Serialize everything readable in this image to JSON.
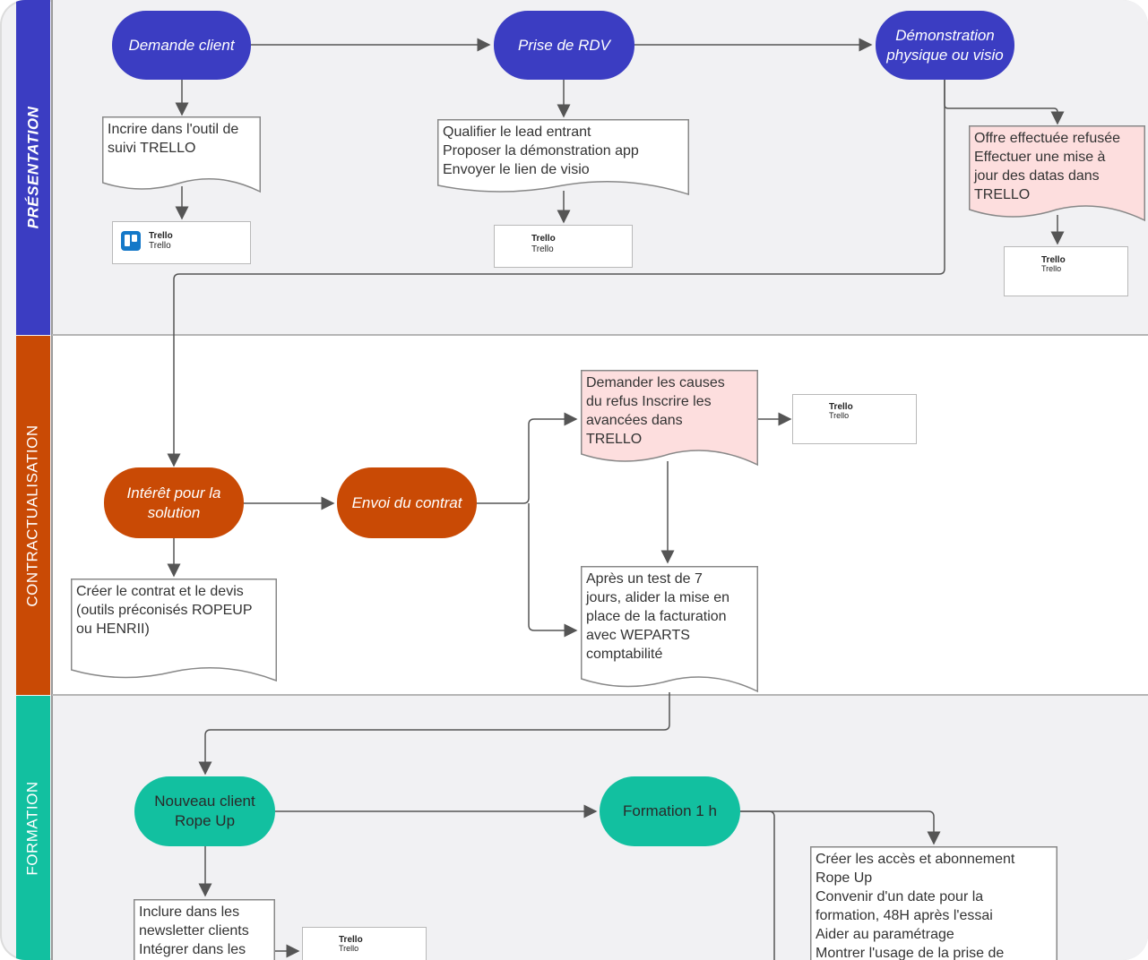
{
  "lanes": [
    {
      "label": "PRÉSENTATION",
      "color": "#3b3dc2"
    },
    {
      "label": "CONTRACTUALISATION",
      "color": "#c94a05"
    },
    {
      "label": "FORMATION",
      "color": "#12c0a0"
    }
  ],
  "presentation": {
    "demande_client": "Demande client",
    "prise_rdv": "Prise de RDV",
    "demonstration": "Démonstration\nphysique ou visio",
    "doc_inscrire": "Incrire dans l'outil de\nsuivi TRELLO",
    "doc_qualifier": "Qualifier le lead entrant\nProposer la démonstration app\nEnvoyer le lien de visio",
    "doc_offre": "Offre effectuée refusée\nEffectuer une mise à\njour des datas dans\nTRELLO"
  },
  "contractualisation": {
    "interet": "Intérêt pour la\nsolution",
    "envoi": "Envoi du contrat",
    "doc_creer": " Créer le contrat et le devis\n(outils préconisés ROPEUP\nou HENRII)",
    "doc_demander": "Demander les causes\ndu refus Inscrire les\navancées dans\nTRELLO",
    "doc_apres": "Après un test de 7\njours, alider la mise en\nplace de la facturation\navec WEPARTS\ncomptabilité"
  },
  "formation": {
    "nouveau_client": "Nouveau client\nRope Up",
    "formation_1h": "Formation 1 h",
    "doc_inclure": "Inclure dans les\nnewsletter clients\nIntégrer dans les",
    "doc_creer_acces": "Créer les accès et abonnement\nRope Up\nConvenir d'un date pour la\nformation, 48H après l'essai\nAider au paramétrage\nMontrer l'usage de la prise de"
  },
  "trello_logo_text": "Trello",
  "colors": {
    "presentation": "#3b3dc2",
    "contractualisation": "#c94a05",
    "formation": "#12c0a0",
    "doc_pink": "#fddede",
    "doc_white": "#ffffff",
    "arrow": "#555555"
  }
}
